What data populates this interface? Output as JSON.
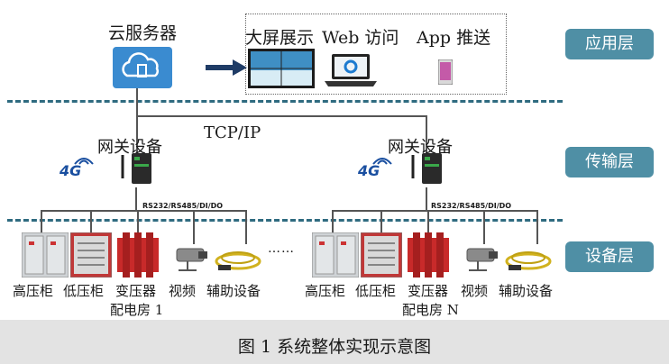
{
  "app_layer": {
    "cloud_server_label": "云服务器",
    "display_labels": [
      "大屏展示",
      "Web 访问",
      "App 推送"
    ]
  },
  "protocol_label": "TCP/IP",
  "gateway_label": "网关设备",
  "signal_label": "4G",
  "bus_label": "RS232/RS485/DI/DO",
  "ellipsis": "……",
  "layers": [
    "应用层",
    "传输层",
    "设备层"
  ],
  "room1": {
    "devices": [
      "高压柜",
      "低压柜",
      "变压器",
      "视频",
      "辅助设备"
    ],
    "name": "配电房 1"
  },
  "roomN": {
    "devices": [
      "高压柜",
      "低压柜",
      "变压器",
      "视频",
      "辅助设备"
    ],
    "name": "配电房 N"
  },
  "caption": "图 1   系统整体实现示意图",
  "colors": {
    "accent": "#4f8fa5",
    "dash": "#2f6b80",
    "caption_bg": "#e3e3e3"
  }
}
